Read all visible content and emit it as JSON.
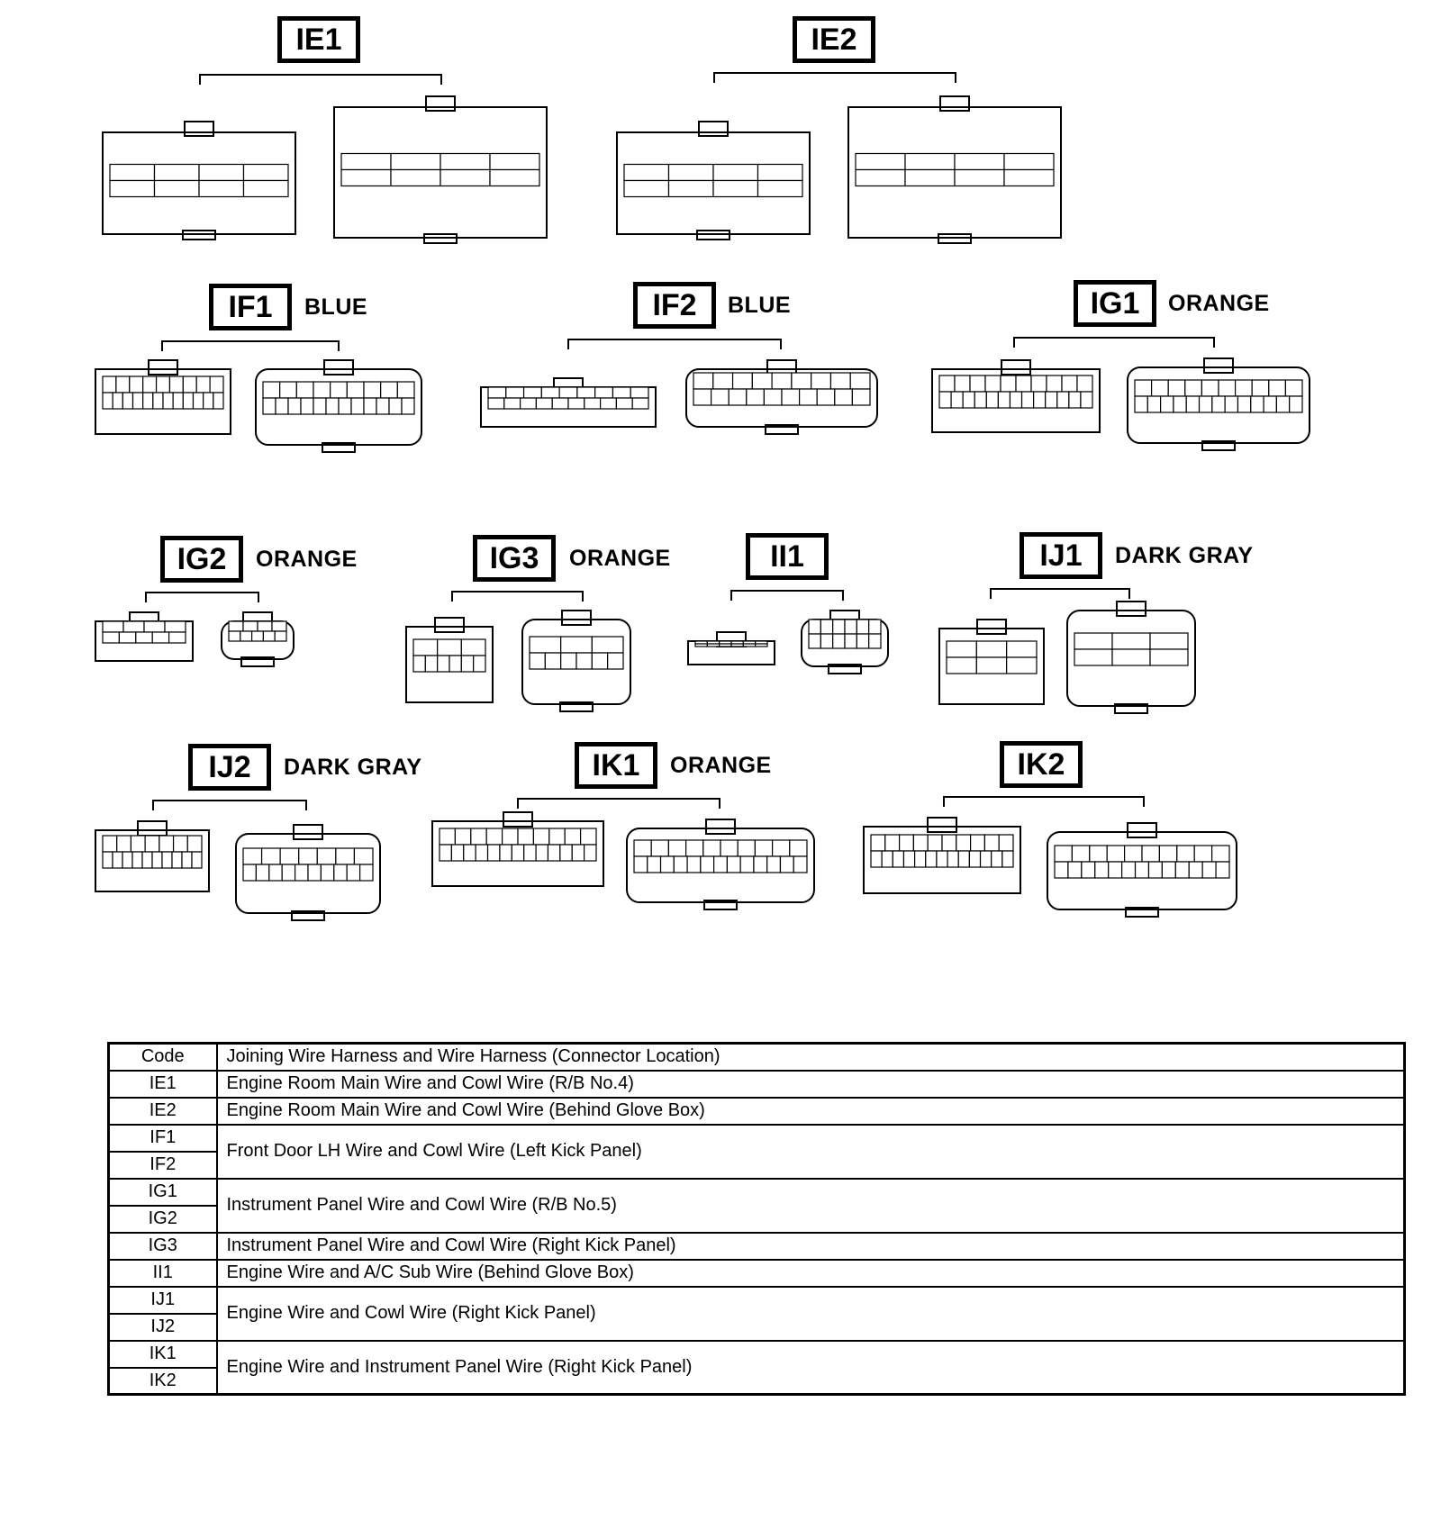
{
  "connectors": [
    {
      "code": "IE1",
      "color": ""
    },
    {
      "code": "IE2",
      "color": ""
    },
    {
      "code": "IF1",
      "color": "BLUE"
    },
    {
      "code": "IF2",
      "color": "BLUE"
    },
    {
      "code": "IG1",
      "color": "ORANGE"
    },
    {
      "code": "IG2",
      "color": "ORANGE"
    },
    {
      "code": "IG3",
      "color": "ORANGE"
    },
    {
      "code": "II1",
      "color": ""
    },
    {
      "code": "IJ1",
      "color": "DARK GRAY"
    },
    {
      "code": "IJ2",
      "color": "DARK GRAY"
    },
    {
      "code": "IK1",
      "color": "ORANGE"
    },
    {
      "code": "IK2",
      "color": ""
    }
  ],
  "table": {
    "headers": {
      "code": "Code",
      "location": "Joining Wire Harness and Wire Harness (Connector Location)"
    },
    "rows": [
      {
        "codes": [
          "IE1"
        ],
        "location": "Engine Room Main Wire and Cowl Wire (R/B No.4)"
      },
      {
        "codes": [
          "IE2"
        ],
        "location": "Engine Room Main Wire and Cowl Wire (Behind Glove Box)"
      },
      {
        "codes": [
          "IF1",
          "IF2"
        ],
        "location": "Front Door LH Wire and Cowl Wire (Left Kick Panel)"
      },
      {
        "codes": [
          "IG1",
          "IG2"
        ],
        "location": "Instrument Panel Wire and Cowl Wire (R/B No.5)"
      },
      {
        "codes": [
          "IG3"
        ],
        "location": "Instrument Panel Wire and Cowl Wire (Right Kick Panel)"
      },
      {
        "codes": [
          "II1"
        ],
        "location": "Engine Wire and A/C Sub Wire (Behind Glove Box)"
      },
      {
        "codes": [
          "IJ1",
          "IJ2"
        ],
        "location": "Engine Wire and Cowl Wire (Right Kick Panel)"
      },
      {
        "codes": [
          "IK1",
          "IK2"
        ],
        "location": "Engine Wire and Instrument Panel Wire (Right Kick Panel)"
      }
    ]
  }
}
